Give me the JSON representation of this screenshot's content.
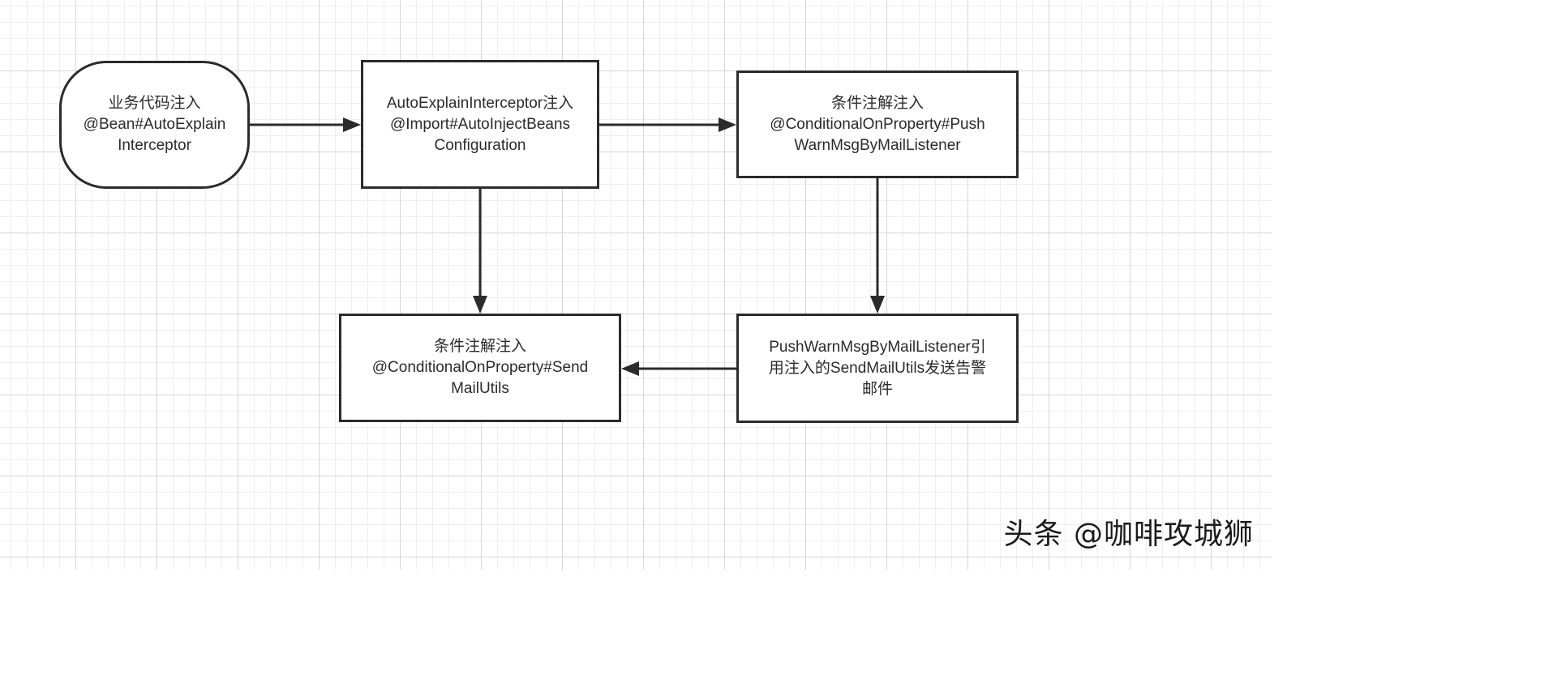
{
  "nodes": {
    "business_code": {
      "lines": [
        "业务代码注入",
        "@Bean#AutoExplain",
        "Interceptor"
      ]
    },
    "interceptor_import": {
      "lines": [
        "AutoExplainInterceptor注入",
        "@Import#AutoInjectBeans",
        "Configuration"
      ]
    },
    "conditional_listener": {
      "lines": [
        "条件注解注入",
        "@ConditionalOnProperty#Push",
        "WarnMsgByMailListener"
      ]
    },
    "conditional_mail_utils": {
      "lines": [
        "条件注解注入",
        "@ConditionalOnProperty#Send",
        "MailUtils"
      ]
    },
    "listener_sends_mail": {
      "lines": [
        "PushWarnMsgByMailListener引",
        "用注入的SendMailUtils发送告警",
        "邮件"
      ]
    }
  },
  "edges": [
    {
      "from": "business_code",
      "to": "interceptor_import"
    },
    {
      "from": "interceptor_import",
      "to": "conditional_listener"
    },
    {
      "from": "interceptor_import",
      "to": "conditional_mail_utils"
    },
    {
      "from": "conditional_listener",
      "to": "listener_sends_mail"
    },
    {
      "from": "listener_sends_mail",
      "to": "conditional_mail_utils"
    }
  ],
  "colors": {
    "stroke": "#2b2b2b",
    "grid_major": "#d6d6d6",
    "grid_minor": "#efefef"
  },
  "watermark": "头条 @咖啡攻城狮"
}
